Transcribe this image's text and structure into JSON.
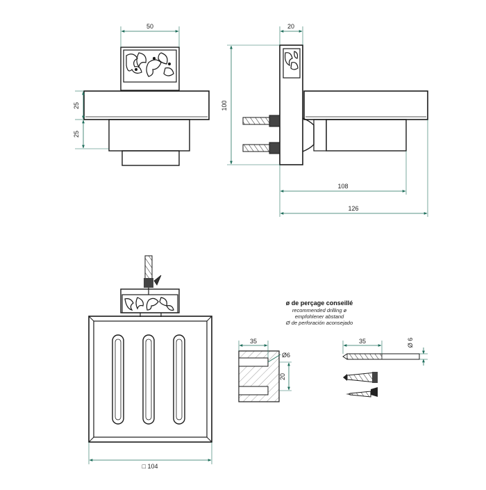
{
  "dimensions": {
    "front_width": "50",
    "front_upper": "25",
    "front_lower": "25",
    "side_plate": "20",
    "side_height": "100",
    "side_depth_inner": "108",
    "side_depth_total": "126",
    "top_width": "□ 104",
    "drill_depth_a": "35",
    "drill_diameter_a": "Ø6",
    "drill_spacing": "20",
    "drill_depth_b": "35",
    "drill_diameter_b": "Ø 6"
  },
  "drilling_note": {
    "title": "ø de perçage conseillé",
    "line_en": "recommended drilling ø",
    "line_de": "empfohlener abstand",
    "line_es": "Ø de perforación aconsejado"
  },
  "colors": {
    "dimension": "#1f6f5c",
    "outline": "#1a1a1a"
  }
}
